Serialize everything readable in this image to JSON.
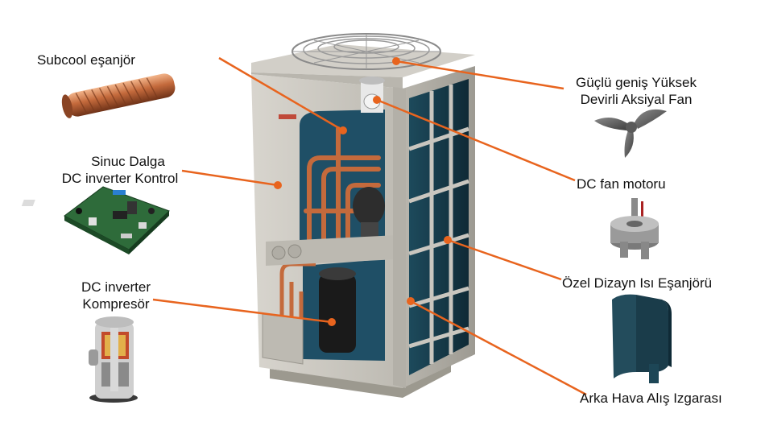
{
  "labels": {
    "subcool": "Subcool eşanjör",
    "sinuc_line1": "Sinuc Dalga",
    "sinuc_line2": "DC inverter Kontrol",
    "comp_line1": "DC inverter",
    "comp_line2": "Kompresör",
    "fan_line1": "Güçlü geniş Yüksek",
    "fan_line2": "Devirli Aksiyal Fan",
    "fan_motor": "DC fan motoru",
    "hex": "Özel Dizayn Isı Eşanjörü",
    "grille": "Arka Hava Alış Izgarası"
  },
  "colors": {
    "leader": "#e8641e",
    "cabinet": "#c9c6bf",
    "cabinet_dark": "#a9a69f",
    "coil": "#1f3f4f",
    "copper": "#c46a3c",
    "pcb": "#2e6b3a"
  }
}
